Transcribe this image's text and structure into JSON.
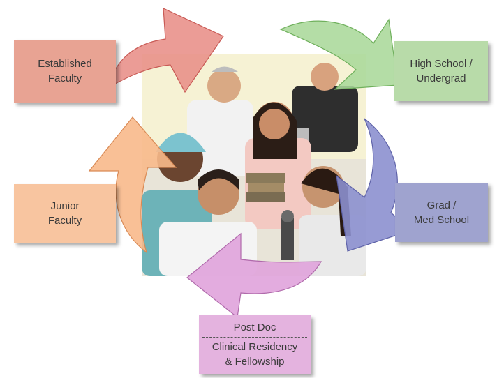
{
  "stages": {
    "established": {
      "line1": "Established",
      "line2": "Faculty",
      "color": "#e8a393"
    },
    "highschool": {
      "line1": "High School /",
      "line2": "Undergrad",
      "color": "#b8dba9"
    },
    "grad": {
      "line1": "Grad /",
      "line2": "Med School",
      "color": "#9fa3cf"
    },
    "postdoc": {
      "line1": "Post Doc",
      "line2": "Clinical Residency",
      "line3": "& Fellowship",
      "color": "#e4b3df"
    },
    "junior": {
      "line1": "Junior",
      "line2": "Faculty",
      "color": "#f8c5a0"
    }
  },
  "arrow_colors": {
    "red": "#e88e88",
    "green": "#aad89a",
    "blue": "#8c90cf",
    "pink": "#e0a3dc",
    "orange": "#f8b98b"
  }
}
